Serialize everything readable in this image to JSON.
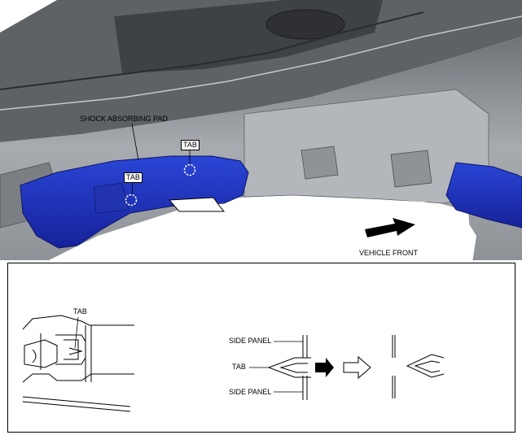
{
  "main_view": {
    "pad_label": "SHOCK ABSORBING PAD",
    "tab_label_upper": "TAB",
    "tab_label_lower": "TAB",
    "direction_label": "VEHICLE FRONT"
  },
  "detail": {
    "tab_label": "TAB",
    "side_panel_top": "SIDE PANEL",
    "clip_tab_label": "TAB",
    "side_panel_bottom": "SIDE PANEL"
  },
  "colors": {
    "pad_blue": "#1a2fb8",
    "body_gray": "#9a9da2",
    "shadow_gray": "#4a4d52"
  }
}
